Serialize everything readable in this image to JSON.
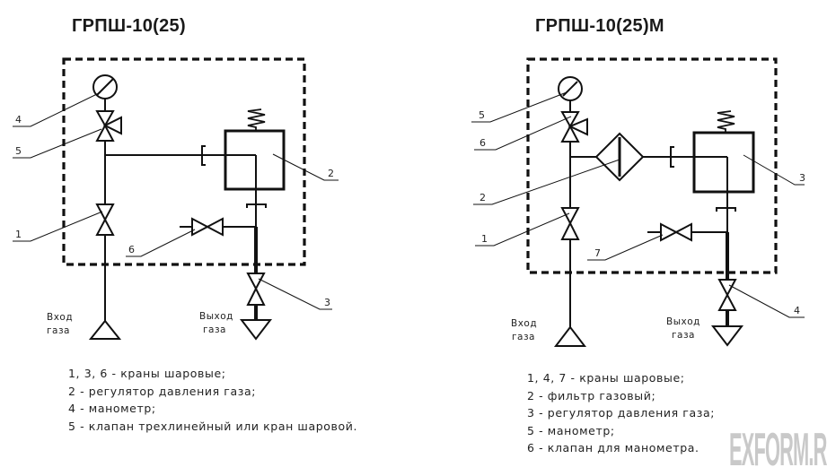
{
  "diagrams": [
    {
      "title": "ГРПШ-10(25)",
      "inlet_label": [
        "Вход",
        "газа"
      ],
      "outlet_label": [
        "Выход",
        "газа"
      ],
      "callouts": [
        "1",
        "2",
        "3",
        "4",
        "5",
        "6"
      ],
      "legend": [
        "1, 3, 6 - краны шаровые;",
        "2 - регулятор давления газа;",
        "4 - манометр;",
        "5 - клапан трехлинейный или кран шаровой."
      ]
    },
    {
      "title": "ГРПШ-10(25)М",
      "inlet_label": [
        "Вход",
        "газа"
      ],
      "outlet_label": [
        "Выход",
        "газа"
      ],
      "callouts": [
        "1",
        "2",
        "3",
        "4",
        "5",
        "6",
        "7"
      ],
      "legend": [
        "1, 4, 7 - краны шаровые;",
        "2 - фильтр газовый;",
        "3 - регулятор давления газа;",
        "5 - манометр;",
        "6 - клапан для манометра."
      ]
    }
  ],
  "watermark": "EXFORM.RU",
  "colors": {
    "line": "#111111",
    "watermark": "#c9c9c9",
    "background": "#ffffff"
  }
}
